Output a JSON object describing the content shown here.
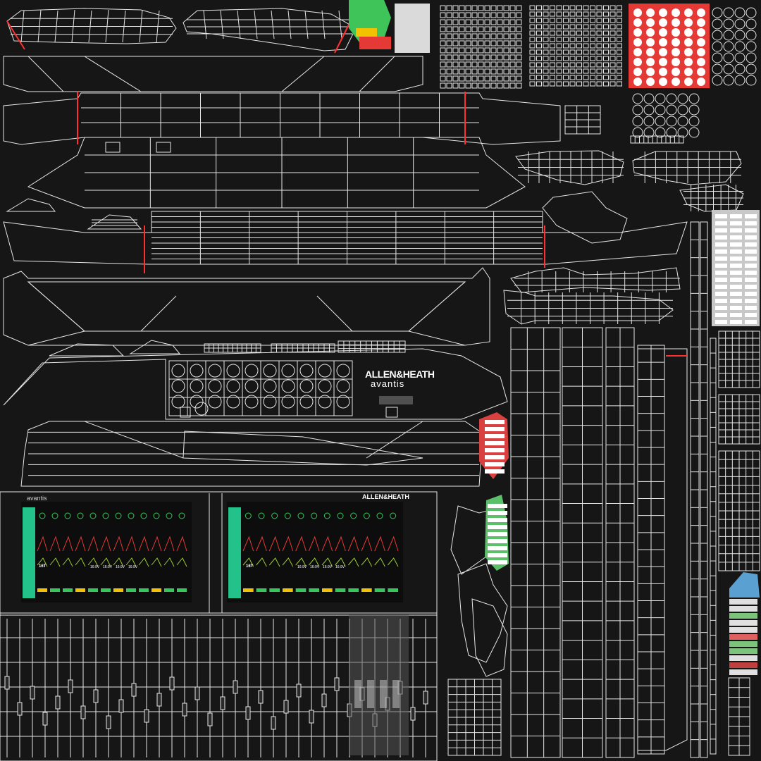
{
  "brand": {
    "brand_name": "ALLEN&HEATH",
    "product_name": "avantis",
    "panel_brand": "ALLEN&HEATH",
    "panel_product": "avantis"
  },
  "screens": {
    "left_channel_label": "16T",
    "right_channel_label": "16T",
    "left_channel_bands": [
      "16:9V",
      "16:9V",
      "16:9V",
      "16:9V"
    ],
    "right_channel_bands": [
      "16:9V",
      "16:9V",
      "16:9V",
      "16:9V"
    ]
  },
  "colors": {
    "background": "#161616",
    "wire": "#e6e6e6",
    "seam": "#ff3030",
    "accent_red": "#e53935",
    "accent_green": "#34c759",
    "screen_bg": "#0d0d0d",
    "screen_teal": "#22c28a",
    "highlight_yellow": "#f2c200"
  }
}
